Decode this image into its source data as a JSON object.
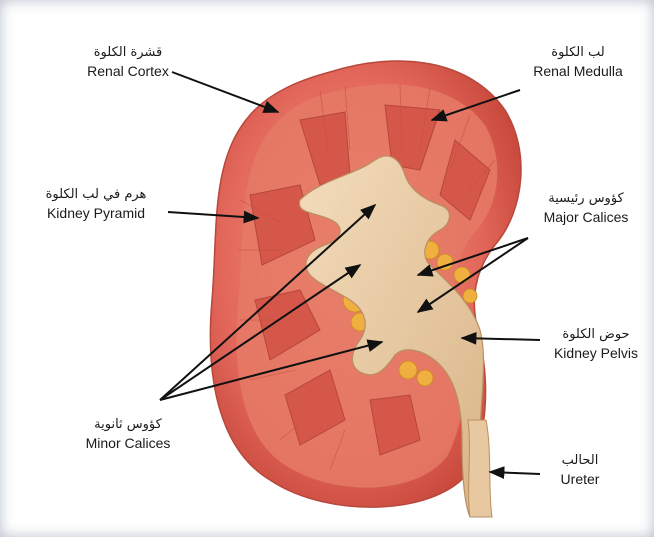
{
  "labels": {
    "renal_cortex": {
      "ar": "قشرة الكلوة",
      "en": "Renal Cortex"
    },
    "renal_medulla": {
      "ar": "لب الكلوة",
      "en": "Renal Medulla"
    },
    "kidney_pyramid": {
      "ar": "هرم في لب الكلوة",
      "en": "Kidney Pyramid"
    },
    "major_calices": {
      "ar": "كؤوس رئيسية",
      "en": "Major Calices"
    },
    "kidney_pelvis": {
      "ar": "حوض الكلوة",
      "en": "Kidney Pelvis"
    },
    "minor_calices": {
      "ar": "كؤوس ثانوية",
      "en": "Minor Calices"
    },
    "ureter": {
      "ar": "الحالب",
      "en": "Ureter"
    }
  },
  "colors": {
    "cortex": "#e8705e",
    "medulla": "#d9584a",
    "capsule": "#d86a58",
    "calyx": "#e8c8a0",
    "fat": "#f0b040",
    "arrow": "#111111"
  }
}
